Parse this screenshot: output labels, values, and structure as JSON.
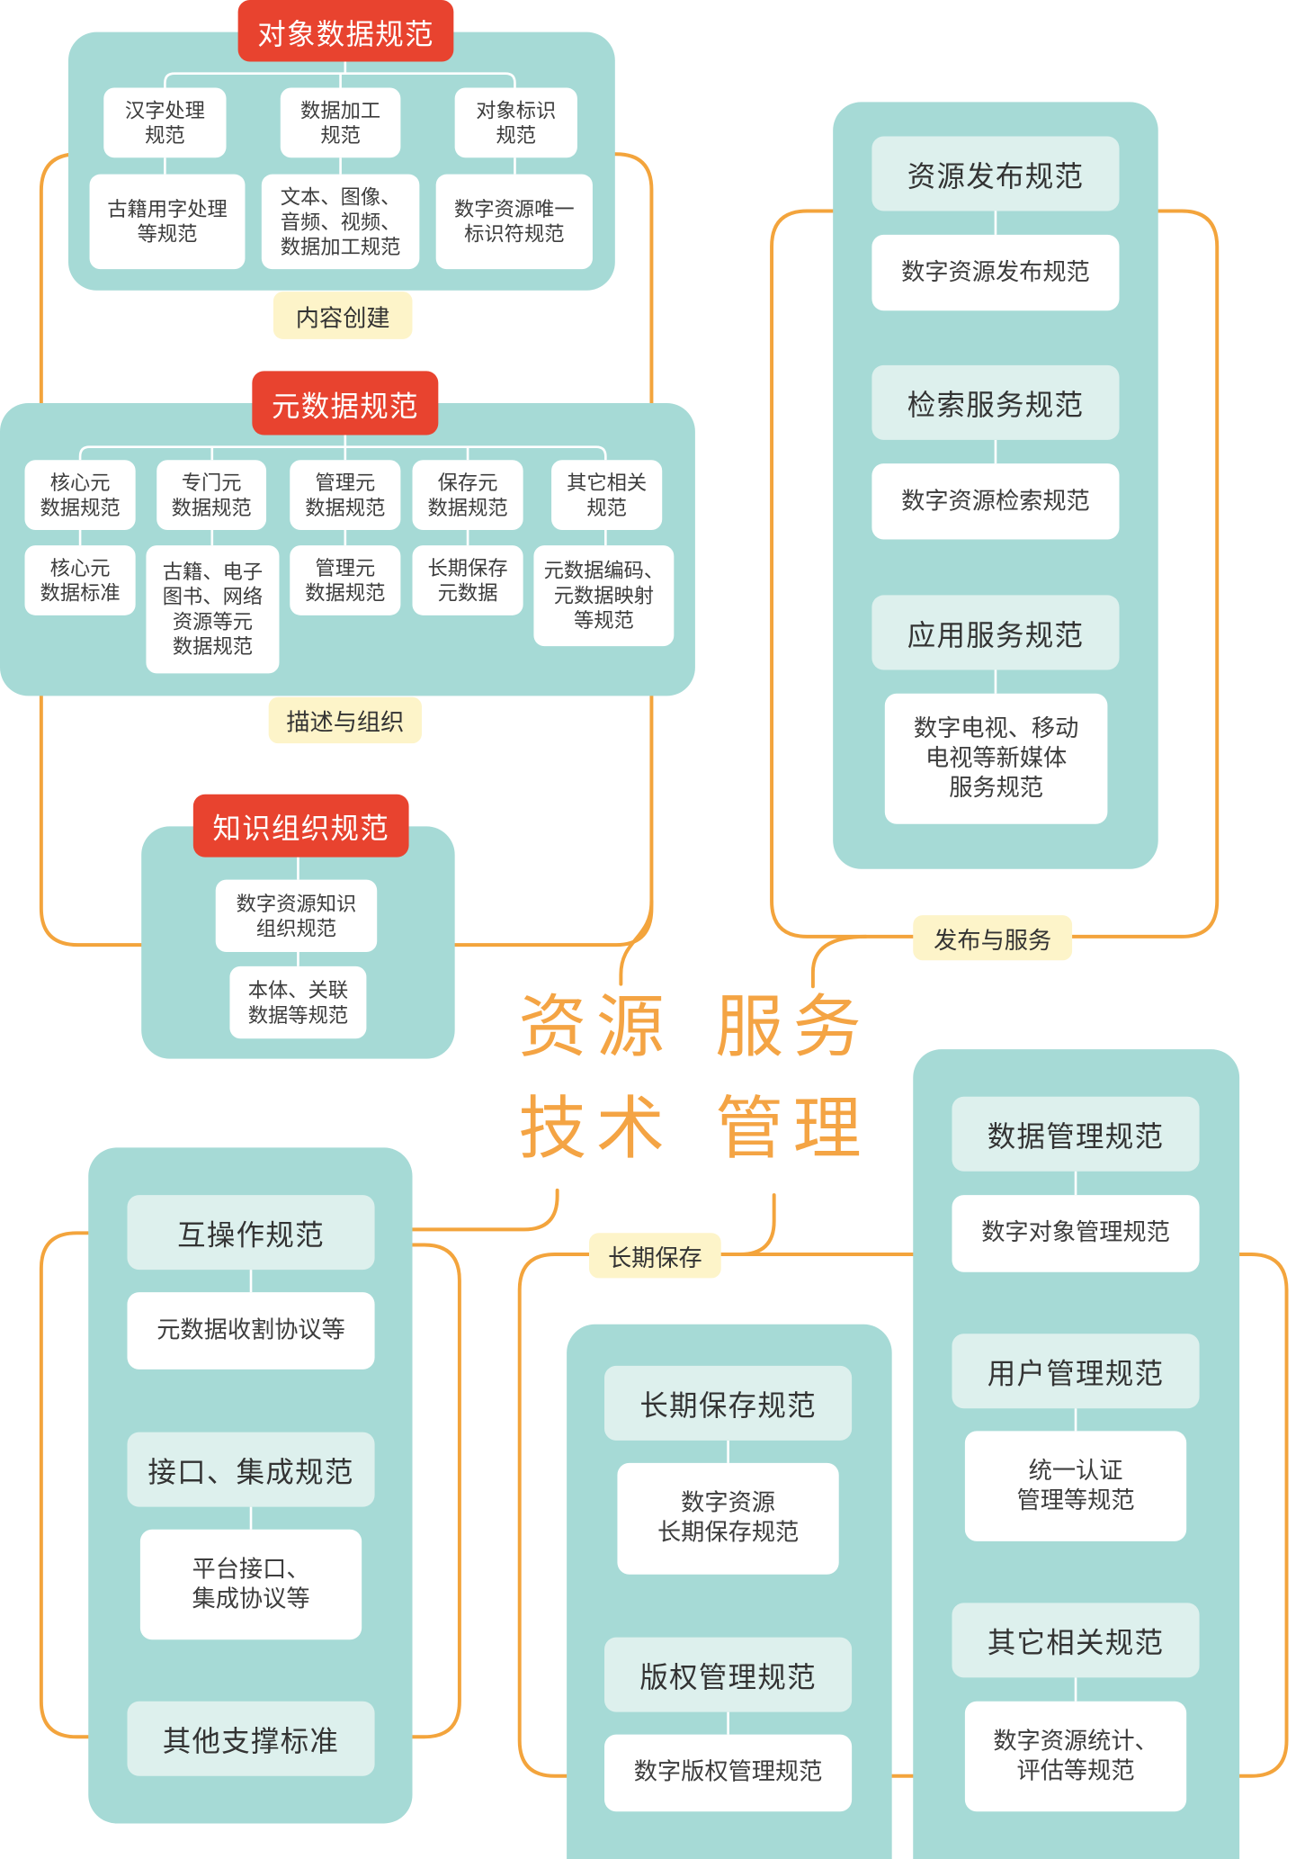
{
  "center_title": {
    "top_left": "资源",
    "top_right": "服务",
    "bottom_left": "技术",
    "bottom_right": "管理"
  },
  "object_data": {
    "title": "对象数据规范",
    "row1": [
      "汉字处理\n规范",
      "数据加工\n规范",
      "对象标识\n规范"
    ],
    "row2": [
      "古籍用字处理\n等规范",
      "文本、图像、\n音频、视频、\n数据加工规范",
      "数字资源唯一\n标识符规范"
    ],
    "label": "内容创建"
  },
  "metadata": {
    "title": "元数据规范",
    "row1": [
      "核心元\n数据规范",
      "专门元\n数据规范",
      "管理元\n数据规范",
      "保存元\n数据规范",
      "其它相关\n规范"
    ],
    "row2": [
      "核心元\n数据标准",
      "古籍、电子\n图书、网络\n资源等元\n数据规范",
      "管理元\n数据规范",
      "长期保存\n元数据",
      "元数据编码、\n元数据映射\n等规范"
    ],
    "label": "描述与组织"
  },
  "knowledge": {
    "title": "知识组织规范",
    "items": [
      "数字资源知识\n组织规范",
      "本体、关联\n数据等规范"
    ]
  },
  "publish_service": {
    "sections": [
      {
        "header": "资源发布规范",
        "item": "数字资源发布规范"
      },
      {
        "header": "检索服务规范",
        "item": "数字资源检索规范"
      },
      {
        "header": "应用服务规范",
        "item": "数字电视、移动\n电视等新媒体\n服务规范"
      }
    ],
    "label": "发布与服务"
  },
  "interop": {
    "sections": [
      {
        "header": "互操作规范",
        "item": "元数据收割协议等"
      },
      {
        "header": "接口、集成规范",
        "item": "平台接口、\n集成协议等"
      },
      {
        "header": "其他支撑标准"
      }
    ]
  },
  "preservation": {
    "sections": [
      {
        "header": "长期保存规范",
        "item": "数字资源\n长期保存规范"
      },
      {
        "header": "版权管理规范",
        "item": "数字版权管理规范"
      }
    ]
  },
  "management": {
    "sections": [
      {
        "header": "数据管理规范",
        "item": "数字对象管理规范"
      },
      {
        "header": "用户管理规范",
        "item": "统一认证\n管理等规范"
      },
      {
        "header": "其它相关规范",
        "item": "数字资源统计、\n评估等规范"
      }
    ]
  },
  "long_term_label": "长期保存",
  "colors": {
    "panel": "#A6DAD6",
    "header_red": "#E8432F",
    "header_light": "#DDF0ED",
    "label": "#FDF4C9",
    "connector": "#F3A43C",
    "title": "#F4A444"
  }
}
